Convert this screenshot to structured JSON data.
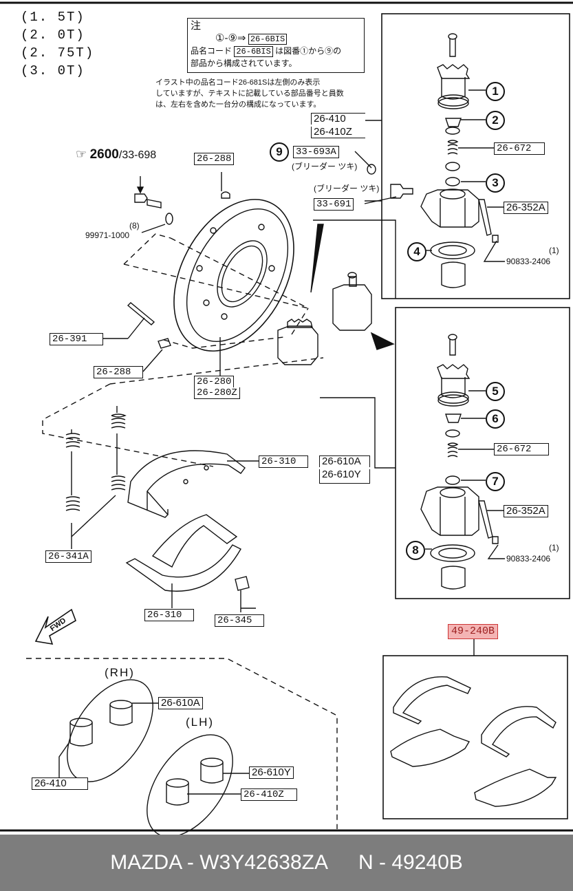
{
  "tonnages": [
    "(1. 5T)",
    "(2. 0T)",
    "(2. 75T)",
    "(3. 0T)"
  ],
  "note": {
    "title": "注",
    "line1_refs": "①-⑨⇒",
    "line1_code": "26-6BIS",
    "line2_prefix": "品名コード",
    "line2_code": "26-6BIS",
    "line2_suffix": "は図番①から⑨の",
    "line3": "部品から構成されています。",
    "sub1": "イラスト中の品名コード26-681Sは左側のみ表示",
    "sub2": "していますが、テキストに記載している部品番号と員数",
    "sub3": "は、左右を含めた一台分の構成になっています。"
  },
  "ref_section": {
    "icon": "☞",
    "bold": "2600",
    "rest": "/33-698"
  },
  "labels": {
    "l26_410_top": "26-410",
    "l26_410z_top": "26-410Z",
    "l33_693a": "33-693A",
    "bleeder1": "(ブリーダー ツキ)",
    "bleeder2": "(ブリーダー ツキ)",
    "l33_691": "33-691",
    "l26_288_top": "26-288",
    "l8_qty": "(8)",
    "l99971": "99971-1000",
    "l26_391": "26-391",
    "l26_288_bot": "26-288",
    "l26_280": "26-280",
    "l26_280z": "26-280Z",
    "l26_310_top": "26-310",
    "l26_341a": "26-341A",
    "l26_310_bot": "26-310",
    "l26_345": "26-345",
    "l26_672_a": "26-672",
    "l26_352a_a": "26-352A",
    "qty1_a": "(1)",
    "l90833_a": "90833-2406",
    "l26_610a_mid": "26-610A",
    "l26_610y_mid": "26-610Y",
    "l26_672_b": "26-672",
    "l26_352a_b": "26-352A",
    "qty1_b": "(1)",
    "l90833_b": "90833-2406",
    "l49_240b": "49-240B",
    "rh": "(RH)",
    "lh": "(LH)",
    "l26_610a_bot": "26-610A",
    "l26_410_bot": "26-410",
    "l26_610y_bot": "26-610Y",
    "l26_410z_bot": "26-410Z",
    "fwd": "FWD"
  },
  "callouts": [
    "1",
    "2",
    "3",
    "4",
    "5",
    "6",
    "7",
    "8",
    "9"
  ],
  "footer": {
    "left": "MAZDA - W3Y42638ZA",
    "right": "N - 49240B"
  },
  "colors": {
    "highlight": "#f4b4b4",
    "footer_bg": "#7d7d7d"
  }
}
